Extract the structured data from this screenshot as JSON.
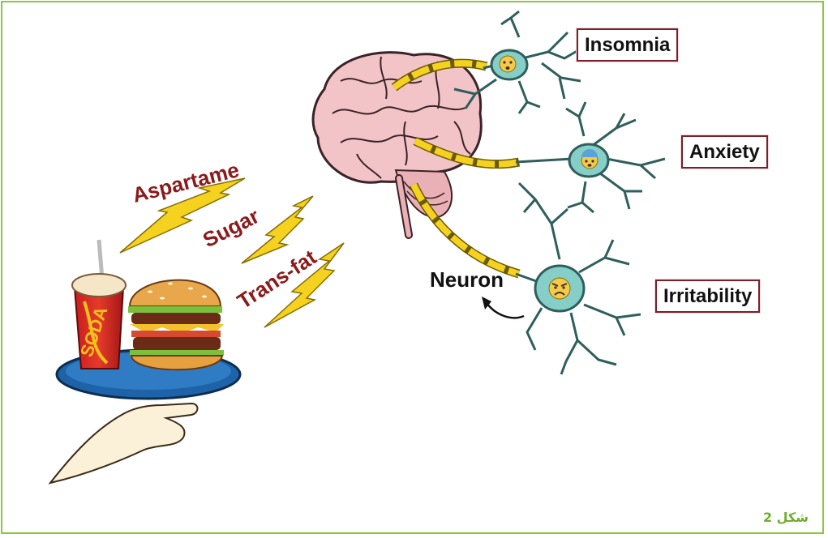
{
  "ingredients": [
    "Aspartame",
    "Sugar",
    "Trans-fat"
  ],
  "soda_cup_text": "SODA",
  "neuron_label": "Neuron",
  "effects": [
    "Insomnia",
    "Anxiety",
    "Irritability"
  ],
  "figure_caption": "شكل 2",
  "colors": {
    "border": "#8dc63f",
    "ingredient_text": "#8b1a1a",
    "bolt": "#f4d21f",
    "brain": "#f2c4c8",
    "neuron": "#86cfc9",
    "label_border": "#7a1f2b",
    "caption": "#6fae2d"
  },
  "icons": [
    "lightning-bolt-icon",
    "brain-icon",
    "neuron-icon",
    "emoji-face-icon",
    "arrow-icon"
  ]
}
